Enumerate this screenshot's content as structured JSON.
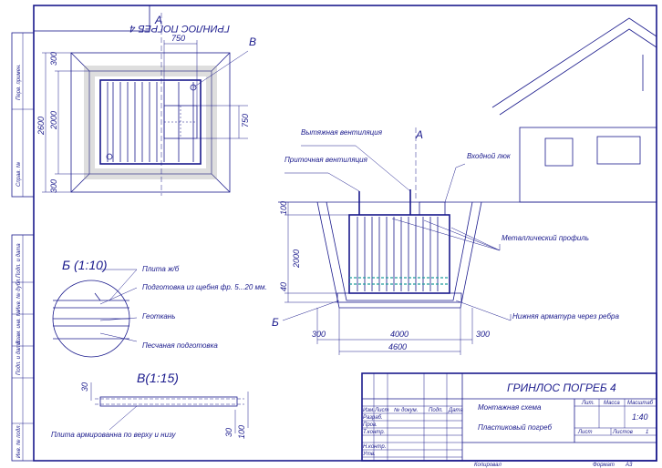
{
  "sheet": {
    "stamp_title": "ГРИНЛОС ПОГРЕБ 4",
    "view_label_a_plan": "А",
    "view_label_b_plan": "В",
    "view_label_a_section": "А",
    "view_label_b_section": "Б"
  },
  "side_strip": {
    "perv_primen": "Перв. примен.",
    "sprav_no": "Справ. №",
    "podp_data_1": "Подп. и дата",
    "inv_dubl": "Инв. № дубл.",
    "vzam_inv": "Взам. инв. №",
    "podp_data_2": "Подп. и дата",
    "inv_podl": "Инв. № подл."
  },
  "plan": {
    "dim_top": "750",
    "dim_right": "750",
    "dim_total_height": "2600",
    "dim_inner_height": "2000",
    "dim_top_offset": "300",
    "dim_bottom_offset": "300"
  },
  "section": {
    "label_exhaust": "Вытяжная вентиляция",
    "label_supply": "Приточная вентиляция",
    "label_hatch": "Входной люк",
    "label_metal_profile": "Металлический профиль",
    "label_bottom_rebar": "Нижняя арматура через ребра",
    "dim_100": "100",
    "dim_2000": "2000",
    "dim_40": "40",
    "dim_left_300": "300",
    "dim_4000": "4000",
    "dim_right_300": "300",
    "dim_4600": "4600"
  },
  "detail_b": {
    "title": "Б (1:10)",
    "label_slab": "Плита ж/б",
    "label_gravel": "Подготовка из щебня фр. 5...20 мм.",
    "label_geotextile": "Геоткань",
    "label_sand": "Песчаная подготовка"
  },
  "detail_v": {
    "title": "В(1:15)",
    "dim_30_left": "30",
    "dim_30_right": "30",
    "dim_100": "100",
    "label_slab_rebar": "Плита армированна по верху и низу"
  },
  "title_block": {
    "main_title": "ГРИНЛОС ПОГРЕБ 4",
    "doc_name": "Монтажная схема",
    "doc_subname": "Пластиковый погреб",
    "col_izm": "Изм.",
    "col_list": "Лист",
    "col_doc": "№ докум.",
    "col_podp": "Подп.",
    "col_data": "Дата",
    "row_razrab": "Разраб.",
    "row_prov": "Пров.",
    "row_tkontr": "Т.контр.",
    "row_nkontr": "Н.контр.",
    "row_utv": "Утв.",
    "hdr_lit": "Лит.",
    "hdr_massa": "Масса",
    "hdr_masshtab": "Масштаб",
    "scale_value": "1:40",
    "list_label": "Лист",
    "listov_label": "Листов",
    "listov_value": "1",
    "copied": "Копировал",
    "format_label": "Формат",
    "format_value": "А3"
  }
}
